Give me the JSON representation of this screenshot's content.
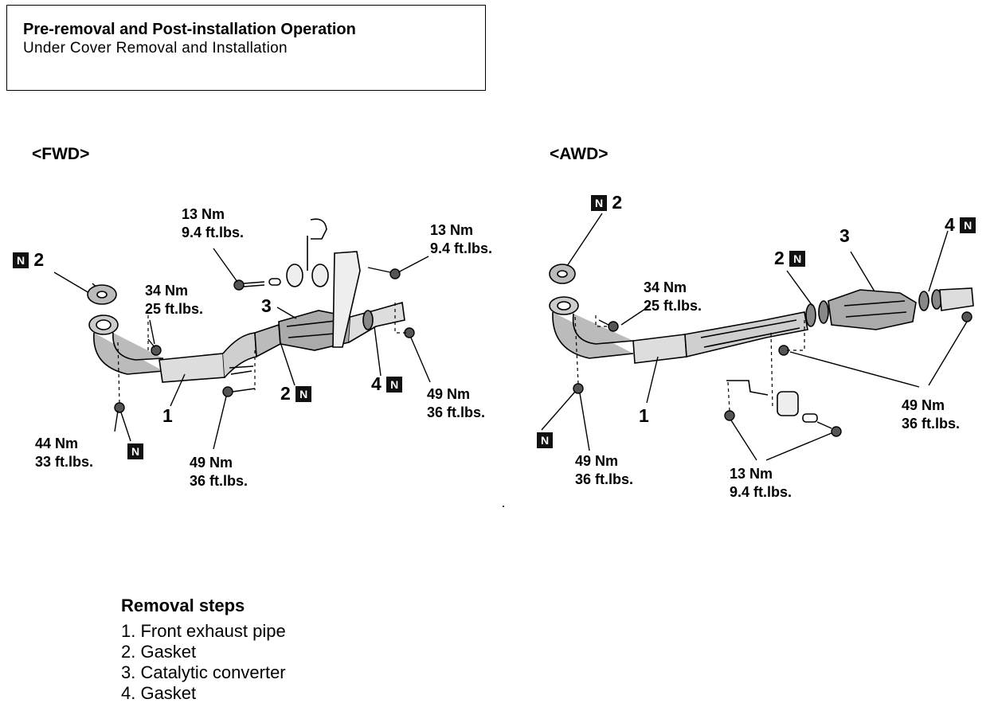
{
  "header": {
    "title": "Pre-removal and Post-installation Operation",
    "subtitle": "Under Cover Removal and Installation"
  },
  "badge_letter": "N",
  "fwd": {
    "label": "<FWD>",
    "torque_13a_nm": "13 Nm",
    "torque_13a_ft": "9.4 ft.lbs.",
    "torque_13b_nm": "13 Nm",
    "torque_13b_ft": "9.4 ft.lbs.",
    "torque_34_nm": "34 Nm",
    "torque_34_ft": "25 ft.lbs.",
    "torque_44_nm": "44 Nm",
    "torque_44_ft": "33 ft.lbs.",
    "torque_49a_nm": "49 Nm",
    "torque_49a_ft": "36 ft.lbs.",
    "torque_49b_nm": "49 Nm",
    "torque_49b_ft": "36 ft.lbs.",
    "part_1": "1",
    "part_2_top": "2",
    "part_2_mid": "2",
    "part_3": "3",
    "part_4": "4"
  },
  "awd": {
    "label": "<AWD>",
    "torque_34_nm": "34 Nm",
    "torque_34_ft": "25 ft.lbs.",
    "torque_49a_nm": "49 Nm",
    "torque_49a_ft": "36 ft.lbs.",
    "torque_49b_nm": "49 Nm",
    "torque_49b_ft": "36 ft.lbs.",
    "torque_13_nm": "13 Nm",
    "torque_13_ft": "9.4 ft.lbs.",
    "part_1": "1",
    "part_2_top": "2",
    "part_2_mid": "2",
    "part_3": "3",
    "part_4": "4"
  },
  "removal": {
    "title": "Removal steps",
    "steps": [
      "1. Front exhaust pipe",
      "2. Gasket",
      "3. Catalytic converter",
      "4. Gasket"
    ]
  }
}
